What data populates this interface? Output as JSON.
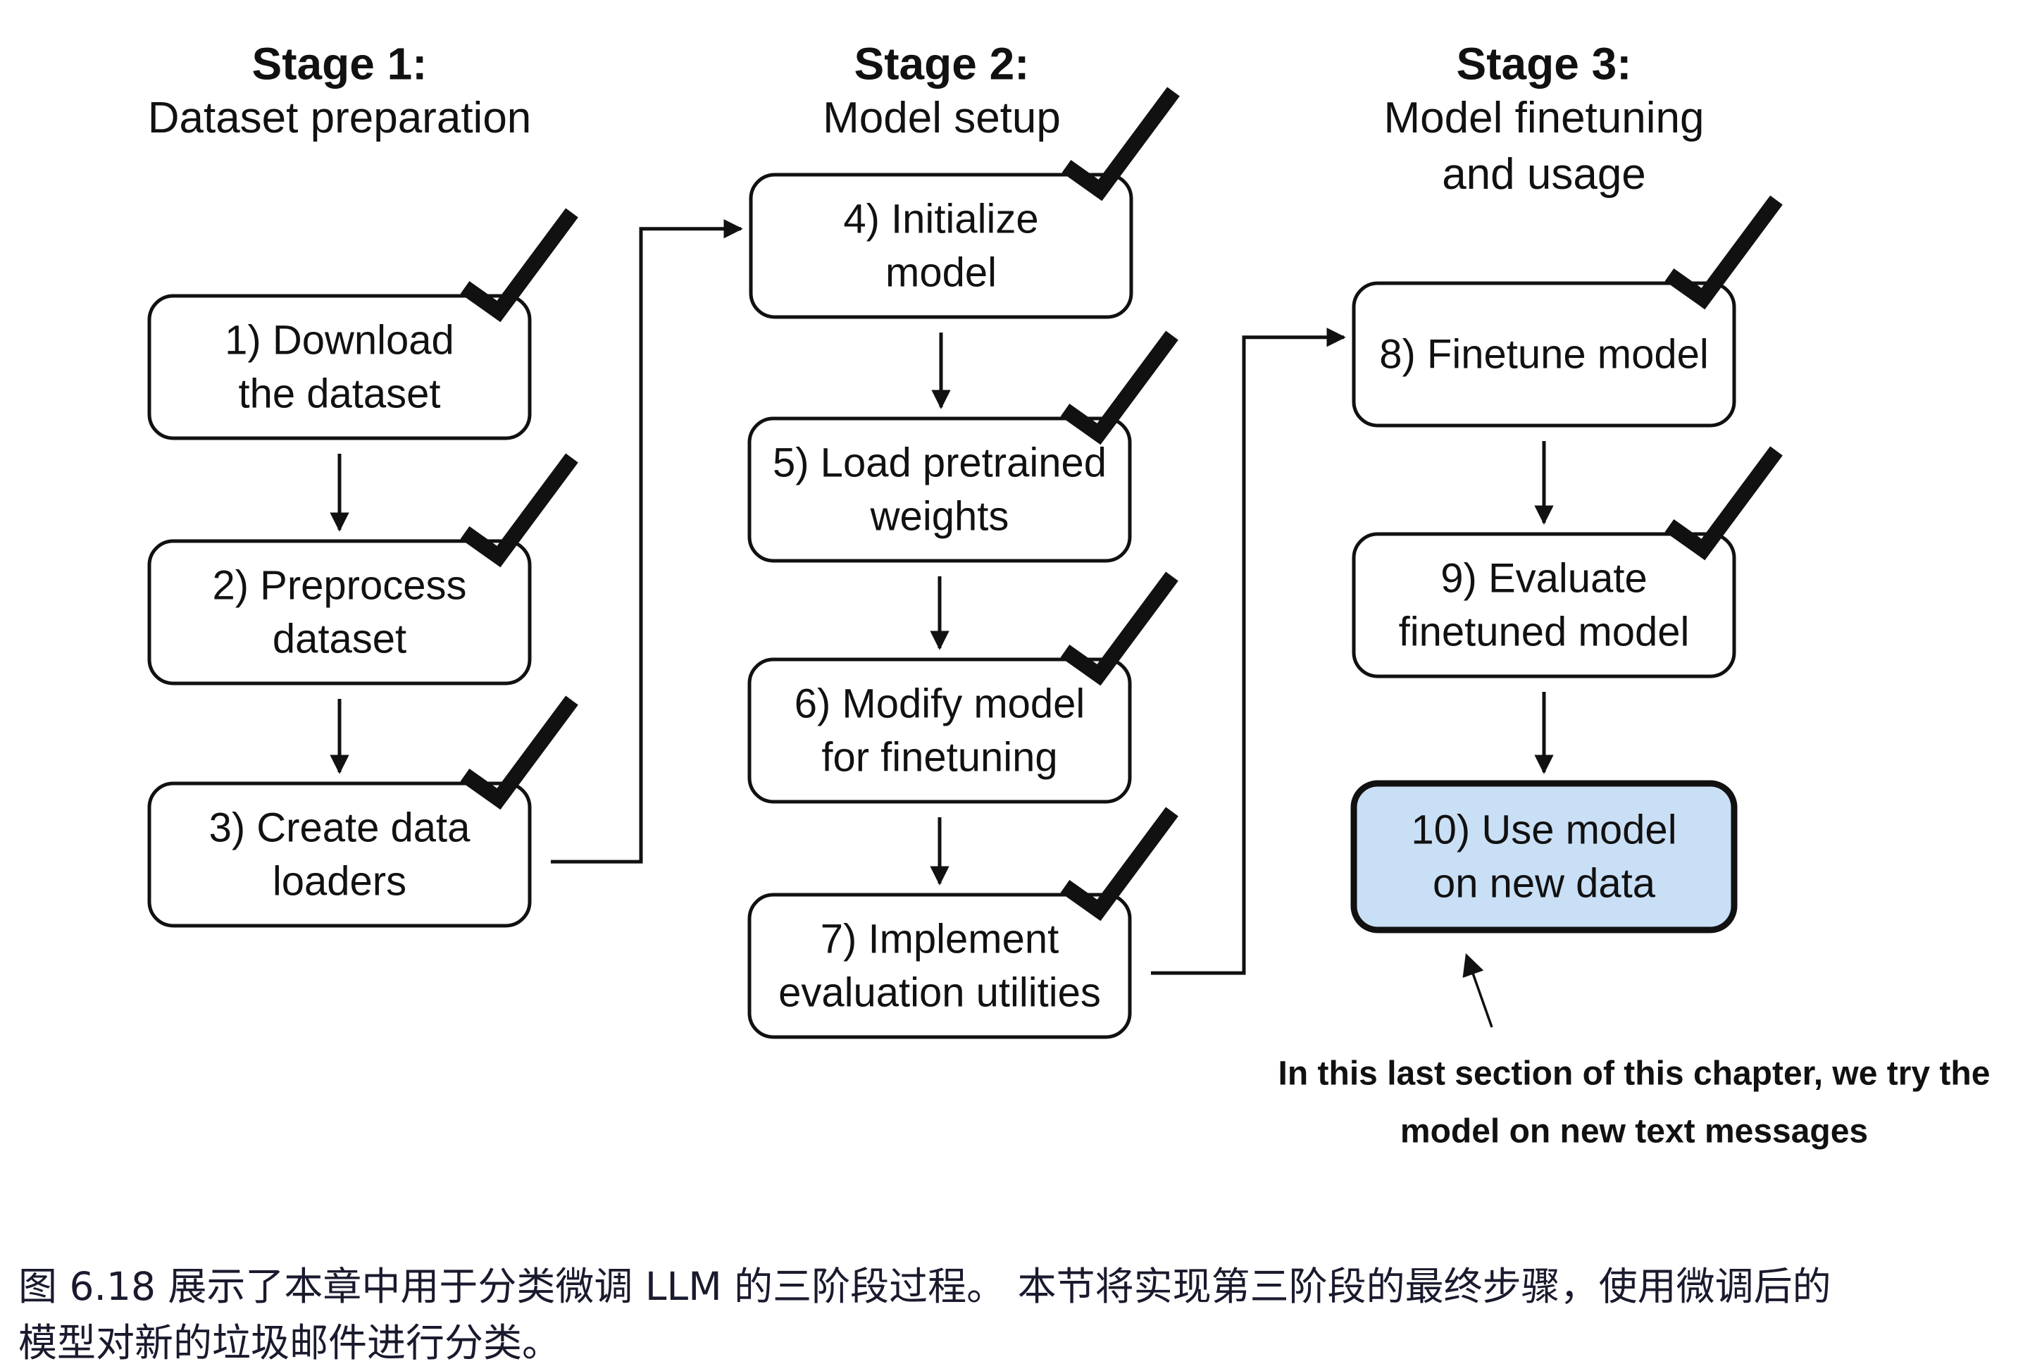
{
  "stages": [
    {
      "title": "Stage 1:",
      "lines": [
        "Dataset preparation"
      ]
    },
    {
      "title": "Stage 2:",
      "lines": [
        "Model setup"
      ]
    },
    {
      "title": "Stage 3:",
      "lines": [
        "Model finetuning",
        "and usage"
      ]
    }
  ],
  "steps": [
    {
      "lines": [
        "1) Download",
        "the dataset"
      ],
      "completed": true,
      "highlighted": false
    },
    {
      "lines": [
        "2) Preprocess",
        "dataset"
      ],
      "completed": true,
      "highlighted": false
    },
    {
      "lines": [
        "3) Create data",
        "loaders"
      ],
      "completed": true,
      "highlighted": false
    },
    {
      "lines": [
        "4) Initialize",
        "model"
      ],
      "completed": true,
      "highlighted": false
    },
    {
      "lines": [
        "5) Load pretrained",
        "weights"
      ],
      "completed": true,
      "highlighted": false
    },
    {
      "lines": [
        "6) Modify model",
        "for finetuning"
      ],
      "completed": true,
      "highlighted": false
    },
    {
      "lines": [
        "7) Implement",
        "evaluation utilities"
      ],
      "completed": true,
      "highlighted": false
    },
    {
      "lines": [
        "8) Finetune model"
      ],
      "completed": true,
      "highlighted": false
    },
    {
      "lines": [
        "9) Evaluate",
        "finetuned model"
      ],
      "completed": true,
      "highlighted": false
    },
    {
      "lines": [
        "10) Use model",
        "on new data"
      ],
      "completed": false,
      "highlighted": true
    }
  ],
  "note": {
    "lines": [
      "In this last section of this chapter, we try the",
      "model on new text messages"
    ]
  },
  "caption": {
    "lines": [
      "图 6.18 展示了本章中用于分类微调 LLM 的三阶段过程。 本节将实现第三阶段的最终步骤，使用微调后的",
      "模型对新的垃圾邮件进行分类。"
    ]
  },
  "colors": {
    "box_stroke": "#111111",
    "box_fill": "#ffffff",
    "highlight_fill": "#c9dff5",
    "check": "#111111",
    "caption_text": "#1a1a2e"
  },
  "icons": {
    "completed": "check-mark-icon",
    "connector": "arrow-icon"
  }
}
